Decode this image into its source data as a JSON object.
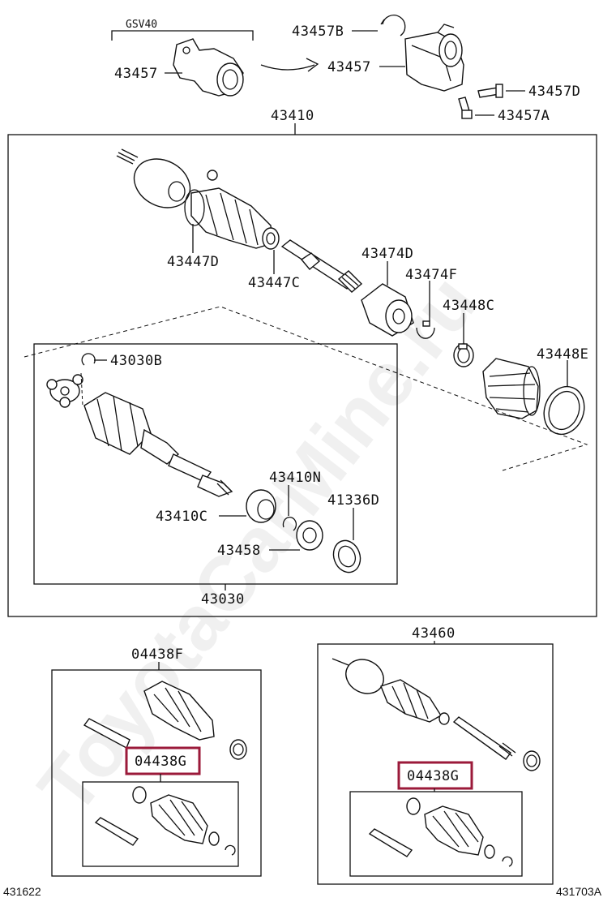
{
  "labels": {
    "model": "GSV40",
    "p43457_bracket": "43457",
    "p43457b": "43457B",
    "p43457_bearing": "43457",
    "p43457d": "43457D",
    "p43457a": "43457A",
    "p43410": "43410",
    "p43447d": "43447D",
    "p43447c": "43447C",
    "p43474d": "43474D",
    "p43474f": "43474F",
    "p43448c": "43448C",
    "p43448e": "43448E",
    "p43030b": "43030B",
    "p43410n": "43410N",
    "p41336d": "41336D",
    "p43410c": "43410C",
    "p43458": "43458",
    "p43030": "43030",
    "p04438f": "04438F",
    "p04438g_left": "04438G",
    "p43460": "43460",
    "p04438g_right": "04438G"
  },
  "footer": {
    "left_code": "431622",
    "right_code": "431703A"
  },
  "watermark": "ToyotaCarMine.ru",
  "highlight_color": "#9b1a3a"
}
